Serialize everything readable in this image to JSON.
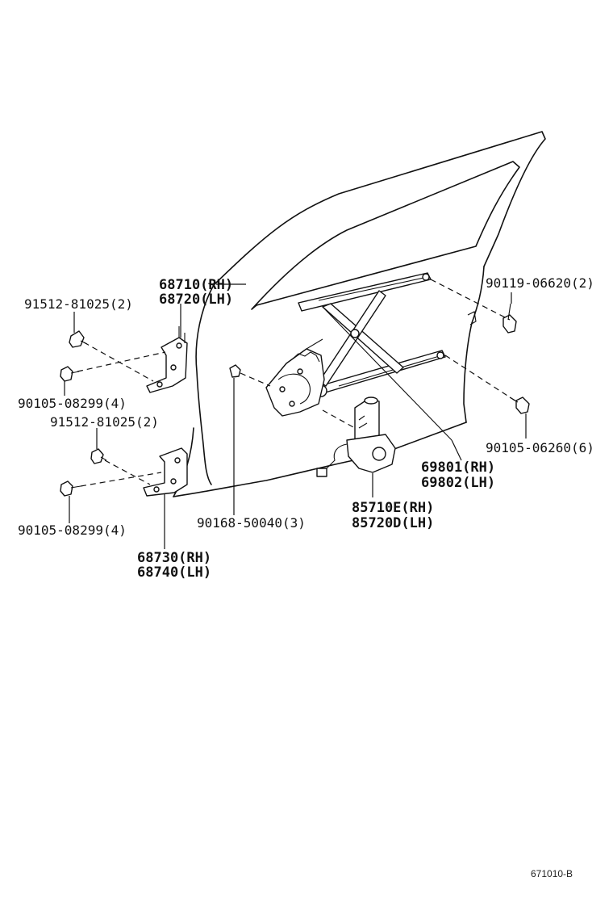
{
  "parts": {
    "hinge_upper": {
      "line1": "68710(RH)",
      "line2": "68720(LH)"
    },
    "hinge_lower": {
      "line1": "68730(RH)",
      "line2": "68740(LH)"
    },
    "regulator": {
      "line1": "69801(RH)",
      "line2": "69802(LH)"
    },
    "motor": {
      "line1": "85710E(RH)",
      "line2": "85720D(LH)"
    },
    "bolt_upper_hinge_top": "91512-81025(2)",
    "bolt_upper_hinge_bottom": "90105-08299(4)",
    "bolt_lower_hinge_top": "91512-81025(2)",
    "bolt_lower_hinge_bottom": "90105-08299(4)",
    "clip_door": "90168-50040(3)",
    "bolt_run_upper": "90119-06620(2)",
    "bolt_run_lower": "90105-06260(6)"
  },
  "diagram_code": "671010-B"
}
